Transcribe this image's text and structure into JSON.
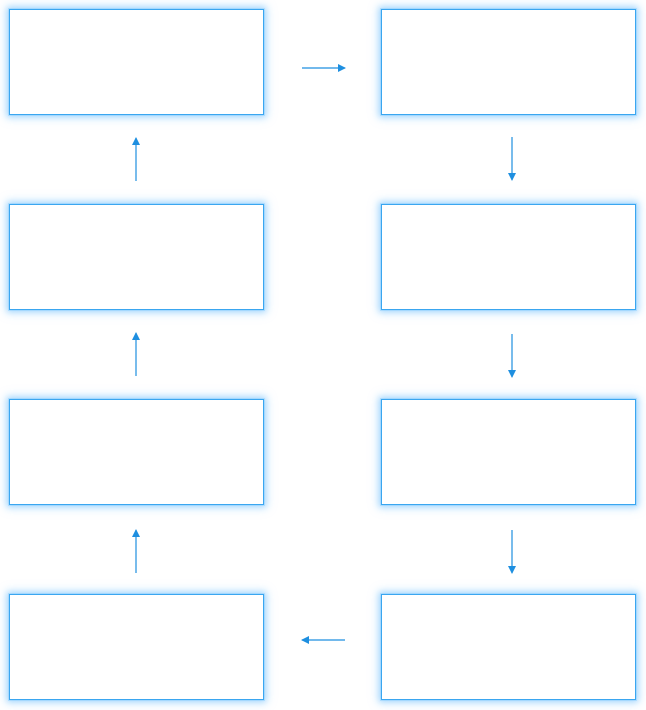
{
  "diagram": {
    "accent_color": "#3aa6f0",
    "arrow_color": "#1e8fe0",
    "nodes": [
      {
        "id": "box-1",
        "label": ""
      },
      {
        "id": "box-2",
        "label": ""
      },
      {
        "id": "box-3",
        "label": ""
      },
      {
        "id": "box-4",
        "label": ""
      },
      {
        "id": "box-5",
        "label": ""
      },
      {
        "id": "box-6",
        "label": ""
      },
      {
        "id": "box-7",
        "label": ""
      },
      {
        "id": "box-8",
        "label": ""
      }
    ],
    "edges": [
      {
        "from": "box-1",
        "to": "box-2",
        "direction": "right"
      },
      {
        "from": "box-2",
        "to": "box-4",
        "direction": "down"
      },
      {
        "from": "box-4",
        "to": "box-6",
        "direction": "down"
      },
      {
        "from": "box-6",
        "to": "box-8",
        "direction": "down"
      },
      {
        "from": "box-8",
        "to": "box-7",
        "direction": "left"
      },
      {
        "from": "box-7",
        "to": "box-5",
        "direction": "up"
      },
      {
        "from": "box-5",
        "to": "box-3",
        "direction": "up"
      },
      {
        "from": "box-3",
        "to": "box-1",
        "direction": "up"
      }
    ]
  }
}
